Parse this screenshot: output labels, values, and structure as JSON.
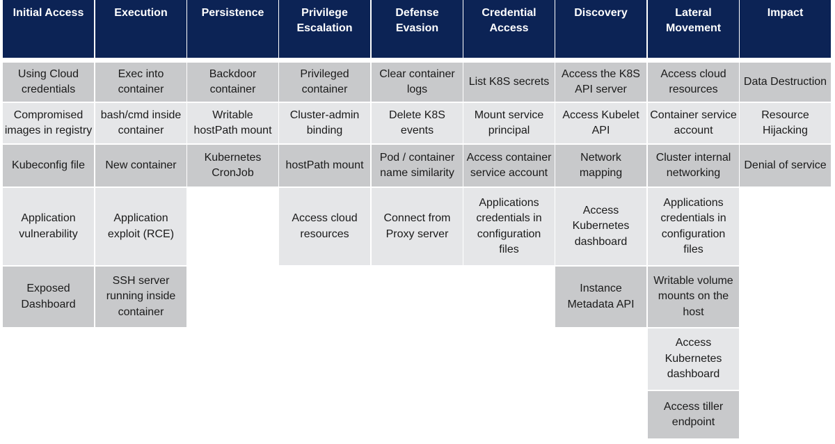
{
  "colors": {
    "header_background": "#0c2355",
    "header_text": "#ffffff",
    "cell_dark": "#c8c9cb",
    "cell_light": "#e5e6e8",
    "cell_text": "#1a1a1a"
  },
  "columns": [
    {
      "title": [
        "Initial Access"
      ],
      "techniques": [
        [
          "Using Cloud",
          "credentials"
        ],
        [
          "Compromised",
          "images in registry"
        ],
        [
          "Kubeconfig file"
        ],
        [
          "Application",
          "vulnerability"
        ],
        [
          "Exposed",
          "Dashboard"
        ]
      ]
    },
    {
      "title": [
        "Execution"
      ],
      "techniques": [
        [
          "Exec into",
          "container"
        ],
        [
          "bash/cmd inside",
          "container"
        ],
        [
          "New container"
        ],
        [
          "Application",
          "exploit (RCE)"
        ],
        [
          "SSH server",
          "running inside",
          "container"
        ]
      ]
    },
    {
      "title": [
        "Persistence"
      ],
      "techniques": [
        [
          "Backdoor",
          "container"
        ],
        [
          "Writable",
          "hostPath mount"
        ],
        [
          "Kubernetes",
          "CronJob"
        ]
      ]
    },
    {
      "title": [
        "Privilege",
        "Escalation"
      ],
      "techniques": [
        [
          "Privileged",
          "container"
        ],
        [
          "Cluster-admin",
          "binding"
        ],
        [
          "hostPath mount"
        ],
        [
          "Access cloud",
          "resources"
        ]
      ]
    },
    {
      "title": [
        "Defense",
        "Evasion"
      ],
      "techniques": [
        [
          "Clear container",
          "logs"
        ],
        [
          "Delete K8S",
          "events"
        ],
        [
          "Pod / container",
          "name similarity"
        ],
        [
          "Connect from",
          "Proxy server"
        ]
      ]
    },
    {
      "title": [
        "Credential",
        "Access"
      ],
      "techniques": [
        [
          "List K8S secrets"
        ],
        [
          "Mount service",
          "principal"
        ],
        [
          "Access container",
          "service account"
        ],
        [
          "Applications",
          "credentials in",
          "configuration",
          "files"
        ]
      ]
    },
    {
      "title": [
        "Discovery"
      ],
      "techniques": [
        [
          "Access the K8S",
          "API server"
        ],
        [
          "Access Kubelet",
          "API"
        ],
        [
          "Network",
          "mapping"
        ],
        [
          "Access",
          "Kubernetes",
          "dashboard"
        ],
        [
          "Instance",
          "Metadata API"
        ]
      ]
    },
    {
      "title": [
        "Lateral",
        "Movement"
      ],
      "techniques": [
        [
          "Access cloud",
          "resources"
        ],
        [
          "Container service",
          "account"
        ],
        [
          "Cluster internal",
          "networking"
        ],
        [
          "Applications",
          "credentials in",
          "configuration",
          "files"
        ],
        [
          "Writable volume",
          "mounts on the",
          "host"
        ],
        [
          "Access",
          "Kubernetes",
          "dashboard"
        ],
        [
          "Access tiller",
          "endpoint"
        ]
      ]
    },
    {
      "title": [
        "Impact"
      ],
      "techniques": [
        [
          "Data Destruction"
        ],
        [
          "Resource",
          "Hijacking"
        ],
        [
          "Denial of service"
        ]
      ]
    }
  ]
}
